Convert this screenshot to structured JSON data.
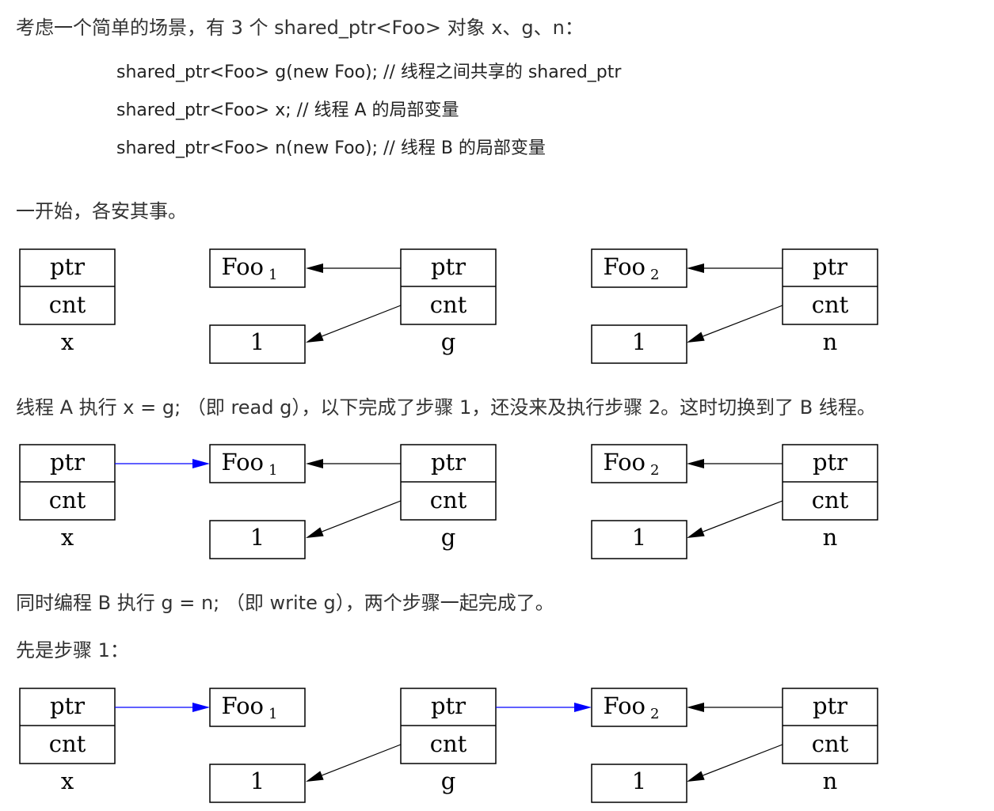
{
  "text": {
    "intro": "考虑一个简单的场景，有 3 个 shared_ptr<Foo> 对象 x、g、n：",
    "code_g": "shared_ptr<Foo> g(new Foo); // 线程之间共享的 shared_ptr",
    "code_x": "shared_ptr<Foo> x; // 线程 A 的局部变量",
    "code_n": "shared_ptr<Foo> n(new Foo); // 线程 B 的局部变量",
    "start": "一开始，各安其事。",
    "step_a": "线程 A 执行 x = g; （即 read g），以下完成了步骤 1，还没来及执行步骤 2。这时切换到了 B 线程。",
    "step_b": "同时编程 B 执行 g = n; （即 write g），两个步骤一起完成了。",
    "step1": "先是步骤 1："
  },
  "labels": {
    "ptr": "ptr",
    "cnt": "cnt",
    "foo": "Foo",
    "foo1_sub": "1",
    "foo2_sub": "2",
    "count_value": "1",
    "name_x": "x",
    "name_g": "g",
    "name_n": "n"
  },
  "colors": {
    "text": "#333333",
    "box": "#000000",
    "arrow": "#000000",
    "new_link": "#0000ff"
  }
}
